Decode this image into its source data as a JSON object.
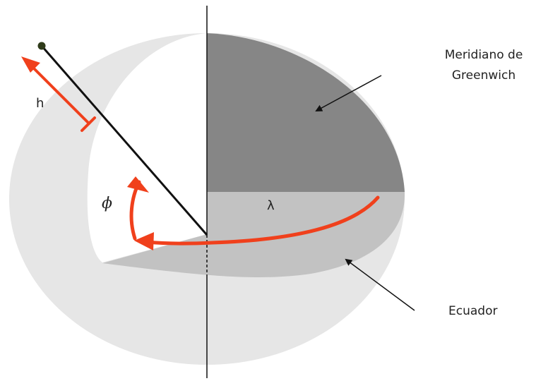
{
  "labels": {
    "meridian_line1": "Meridiano de",
    "meridian_line2": "Greenwich",
    "equator": "Ecuador",
    "height": "h",
    "latitude": "ϕ",
    "longitude": "λ"
  },
  "colors": {
    "sphere": "#e6e6e6",
    "meridian_plane": "#868686",
    "equator_plane": "#c2c2c2",
    "accent": "#f0401c",
    "line": "#111111",
    "point": "#2f3b1a"
  },
  "icons": {
    "point": "filled-circle"
  }
}
